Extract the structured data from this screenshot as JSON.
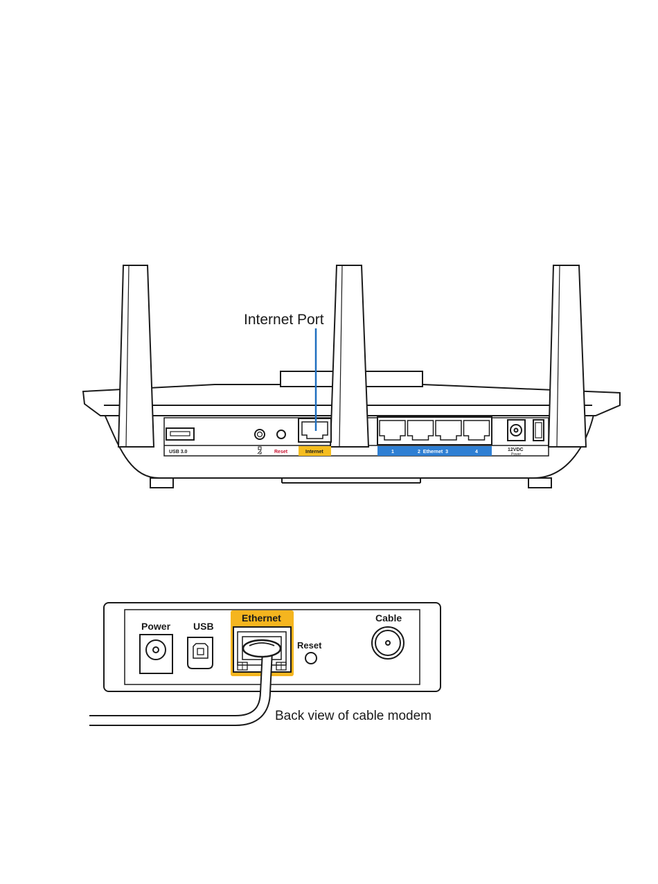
{
  "router": {
    "callout_label": "Internet Port",
    "port_labels": {
      "usb": "USB 3.0",
      "wps": "WPS",
      "reset": "Reset",
      "internet": "Internet",
      "eth1": "1",
      "eth_mid": "2  Ethernet  3",
      "eth4": "4",
      "power_v": "12VDC",
      "power": "Power"
    },
    "colors": {
      "internet_highlight": "#f5bd1f",
      "ethernet_strip": "#2f7fd3",
      "callout_line": "#1f6fbf",
      "reset_text": "#c8102e"
    }
  },
  "modem": {
    "labels": {
      "power": "Power",
      "usb": "USB",
      "ethernet": "Ethernet",
      "reset": "Reset",
      "cable": "Cable"
    },
    "caption": "Back view of cable modem",
    "colors": {
      "ethernet_highlight": "#f5b51f"
    }
  }
}
